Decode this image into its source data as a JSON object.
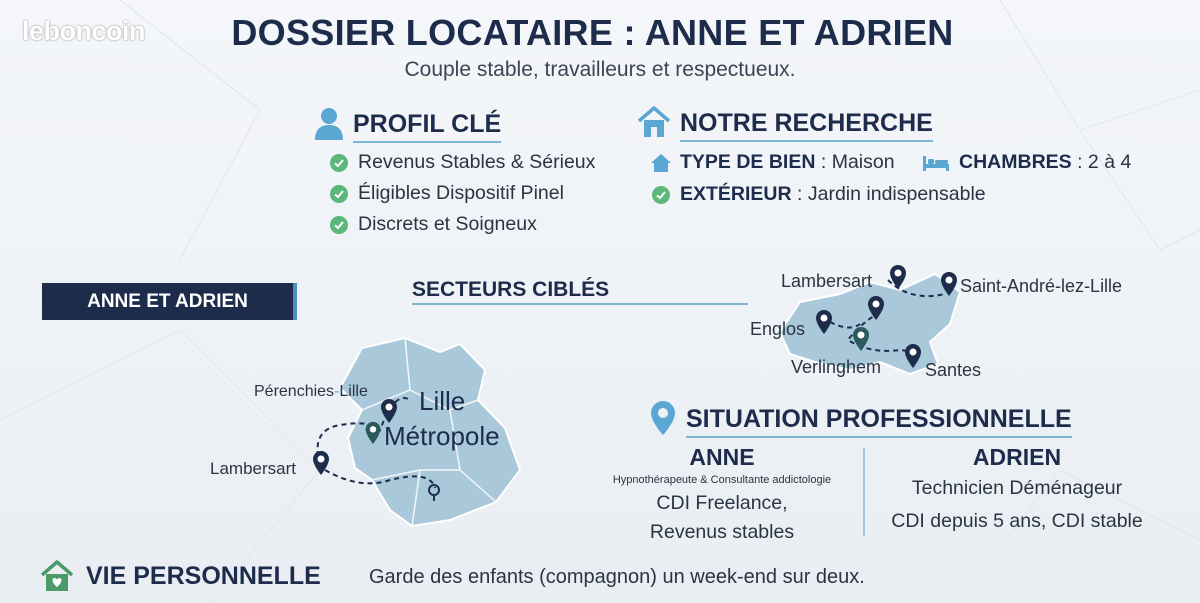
{
  "watermark": "leboncoin",
  "header": {
    "title": "DOSSIER LOCATAIRE : ANNE ET ADRIEN",
    "subtitle": "Couple stable, travailleurs et respectueux."
  },
  "profil": {
    "title": "PROFIL CLÉ",
    "items": [
      "Revenus Stables & Sérieux",
      "Éligibles Dispositif Pinel",
      "Discrets et Soigneux"
    ]
  },
  "recherche": {
    "title": "NOTRE RECHERCHE",
    "type_label": "TYPE DE BIEN",
    "type_value": " : Maison",
    "chambres_label": "CHAMBRES",
    "chambres_value": " : 2 à 4",
    "exterieur_label": "EXTÉRIEUR",
    "exterieur_value": " : Jardin indispensable"
  },
  "badge": "ANNE ET ADRIEN",
  "secteurs": {
    "title": "SECTEURS CIBLÉS"
  },
  "map_left": {
    "perenchies": "Pérenchies",
    "lille_small": "Lille",
    "lambersart": "Lambersart",
    "big_line1": "Lille",
    "big_line2": "Métropole"
  },
  "map_right": {
    "lambersart": "Lambersart",
    "saint_andre": "Saint-André-lez-Lille",
    "englos": "Englos",
    "verlinghem": "Verlinghem",
    "santes": "Santes"
  },
  "situation": {
    "title": "SITUATION PROFESSIONNELLE",
    "anne": {
      "name": "ANNE",
      "role": "Hypnothérapeute & Consultante addictologie",
      "line1": "CDI Freelance,",
      "line2": "Revenus stables"
    },
    "adrien": {
      "name": "ADRIEN",
      "line1": "Technicien Déménageur",
      "line2": "CDI depuis 5 ans, CDI stable"
    }
  },
  "vie": {
    "title": "VIE PERSONNELLE",
    "text": "Garde des enfants (compagnon) un week-end sur deux."
  },
  "colors": {
    "navy": "#1d2c4b",
    "accent_blue": "#5aa7d3",
    "check_green": "#5cb87a",
    "house_green": "#4a9a6a",
    "map_fill": "#a9c8da"
  }
}
